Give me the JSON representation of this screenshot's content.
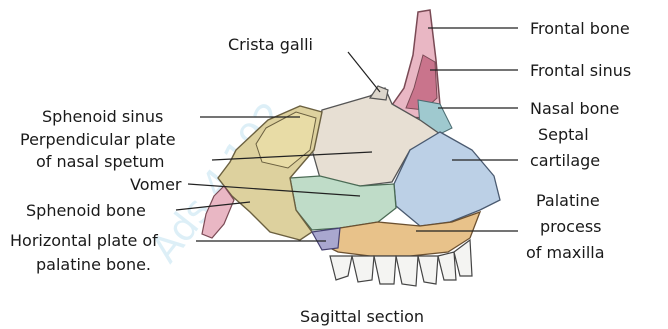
{
  "diagram": {
    "caption": "Sagittal section",
    "watermark": "Ads 4.192",
    "labels": {
      "frontal_bone": "Frontal bone",
      "frontal_sinus": "Frontal sinus",
      "nasal_bone": "Nasal bone",
      "septal_cartilage_1": "Septal",
      "septal_cartilage_2": "cartilage",
      "palatine_process_1": "Palatine",
      "palatine_process_2": "process",
      "palatine_process_3": "of maxilla",
      "crista_galli": "Crista galli",
      "sphenoid_sinus": "Sphenoid sinus",
      "perpendicular_plate_1": "Perpendicular plate",
      "perpendicular_plate_2": "of nasal spetum",
      "vomer": "Vomer",
      "sphenoid_bone": "Sphenoid bone",
      "horizontal_plate_1": "Horizontal plate of",
      "horizontal_plate_2": "palatine bone."
    },
    "colors": {
      "frontal_bone": "#e9b7c4",
      "frontal_sinus": "#c9748c",
      "nasal_bone": "#9fc9cf",
      "septal_cartilage": "#bcd0e6",
      "perpendicular_plate": "#e7dfd3",
      "vomer": "#bfdcc8",
      "sphenoid": "#ddd19e",
      "sphenoid_sinus": "#e8dca6",
      "palatine_process": "#e8c28a",
      "horizontal_plate": "#a9a7cf",
      "teeth": "#f4f4f2",
      "watermark": "#9fd3ea"
    }
  }
}
